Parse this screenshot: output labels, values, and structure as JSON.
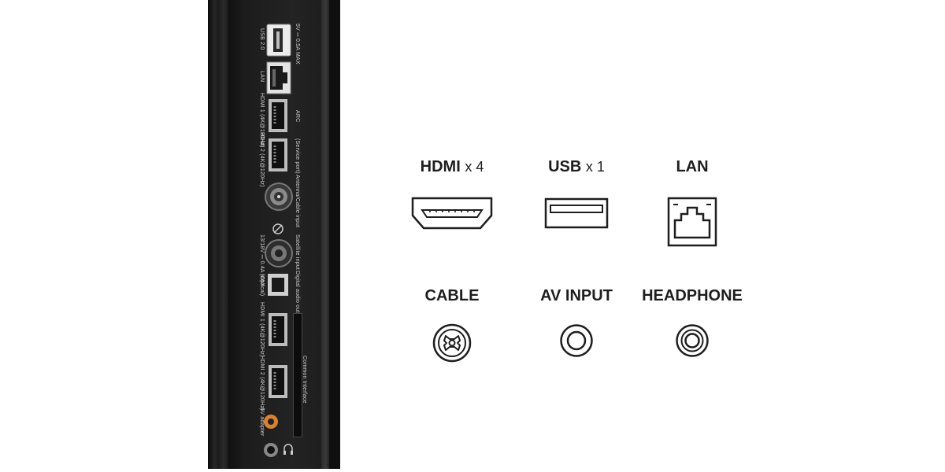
{
  "panel": {
    "labels": {
      "usb": "USB 2.0",
      "usb_power": "5V ⎓ 0.5A MAX",
      "lan": "LAN",
      "hdmi1": "HDMI 1 (4K@120Hz)",
      "arc": "ARC",
      "hdmi2": "HDMI 2 (4K@120Hz)",
      "service": "(Service port)",
      "antenna": "Antenna/Cable input",
      "satellite": "Satellite input",
      "sat_power": "13/18V ⎓ 0.4A MAX",
      "digital_audio": "Digital audio out",
      "optical": "(Optical)",
      "hdmi3": "HDMI 1 (4K@120Hz)",
      "hdmi4": "HDMI 2 (4K@120Hz)",
      "ci": "Common Interface",
      "av": "AV adapter"
    }
  },
  "features": [
    {
      "name": "HDMI",
      "mult": "x 4",
      "icon": "hdmi-icon"
    },
    {
      "name": "USB",
      "mult": "x 1",
      "icon": "usb-icon"
    },
    {
      "name": "LAN",
      "mult": "",
      "icon": "lan-icon"
    },
    {
      "name": "CABLE",
      "mult": "",
      "icon": "coax-icon"
    },
    {
      "name": "AV INPUT",
      "mult": "",
      "icon": "av-jack-icon"
    },
    {
      "name": "HEADPHONE",
      "mult": "",
      "icon": "headphone-jack-icon"
    }
  ],
  "colors": {
    "icon_stroke": "#1e1e1e",
    "panel": "#1c1c1c",
    "av_port": "#d9822b"
  }
}
